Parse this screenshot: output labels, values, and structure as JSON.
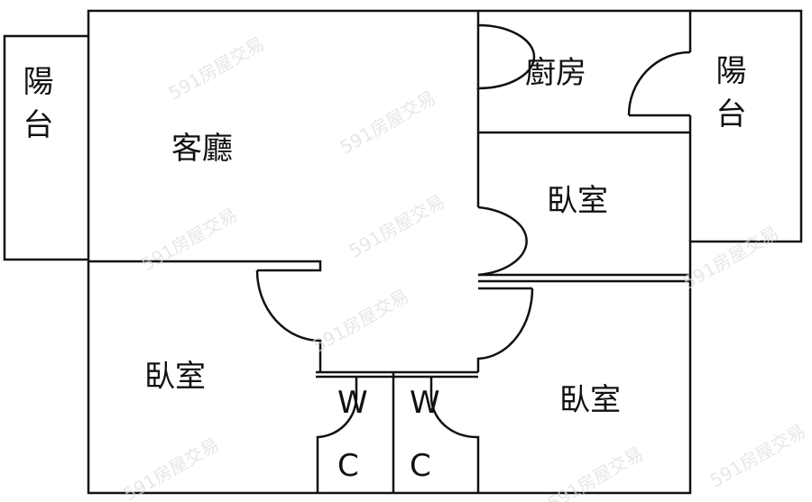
{
  "rooms": {
    "living": "客廳",
    "kitchen": "廚房",
    "balcony_left": "陽台",
    "balcony_right": "陽台",
    "bedroom_middle": "臥室",
    "bedroom_left": "臥室",
    "bedroom_right": "臥室",
    "wc1_w": "W",
    "wc1_c": "C",
    "wc2_w": "W",
    "wc2_c": "C"
  },
  "watermark": "591房屋交易"
}
